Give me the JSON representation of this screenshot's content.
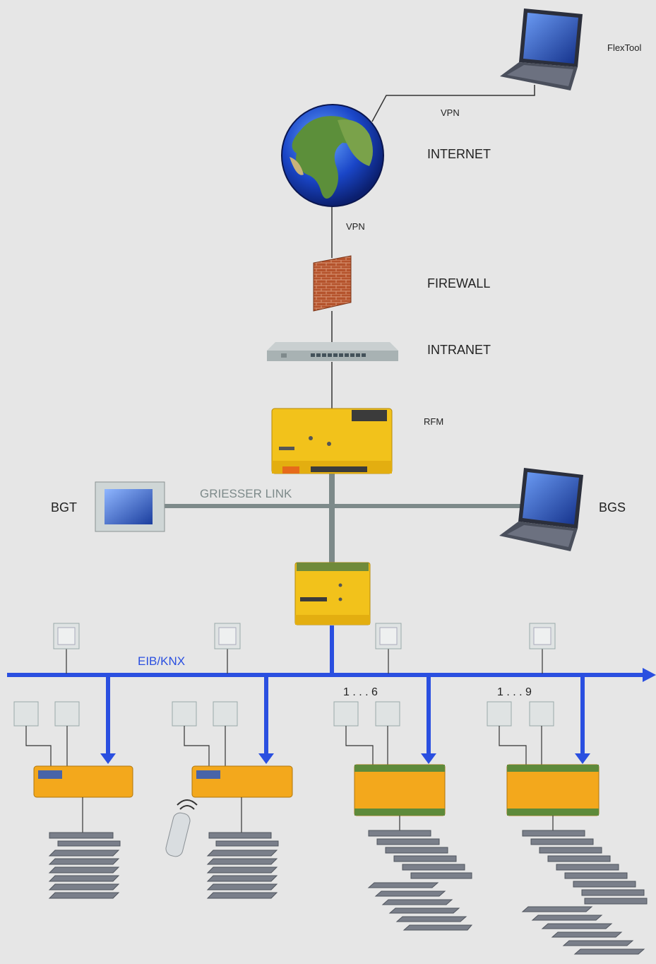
{
  "labels": {
    "flextool": "FlexTool",
    "vpn_top": "VPN",
    "internet": "INTERNET",
    "vpn_bottom": "VPN",
    "firewall": "FIREWALL",
    "intranet": "INTRANET",
    "rfm": "RFM",
    "griesser_link": "GRIESSER LINK",
    "bgt": "BGT",
    "bgs": "BGS",
    "eib_knx": "EIB/KNX",
    "range_1": "1 . . . 6",
    "range_2": "1 . . . 9"
  },
  "colors": {
    "background": "#e6e6e6",
    "bus_blue": "#2a4fe0",
    "link_gray": "#7d8a8a",
    "device_yellow": "#f2c21b",
    "actuator_orange": "#f3a81c",
    "line_dark": "#333333"
  }
}
